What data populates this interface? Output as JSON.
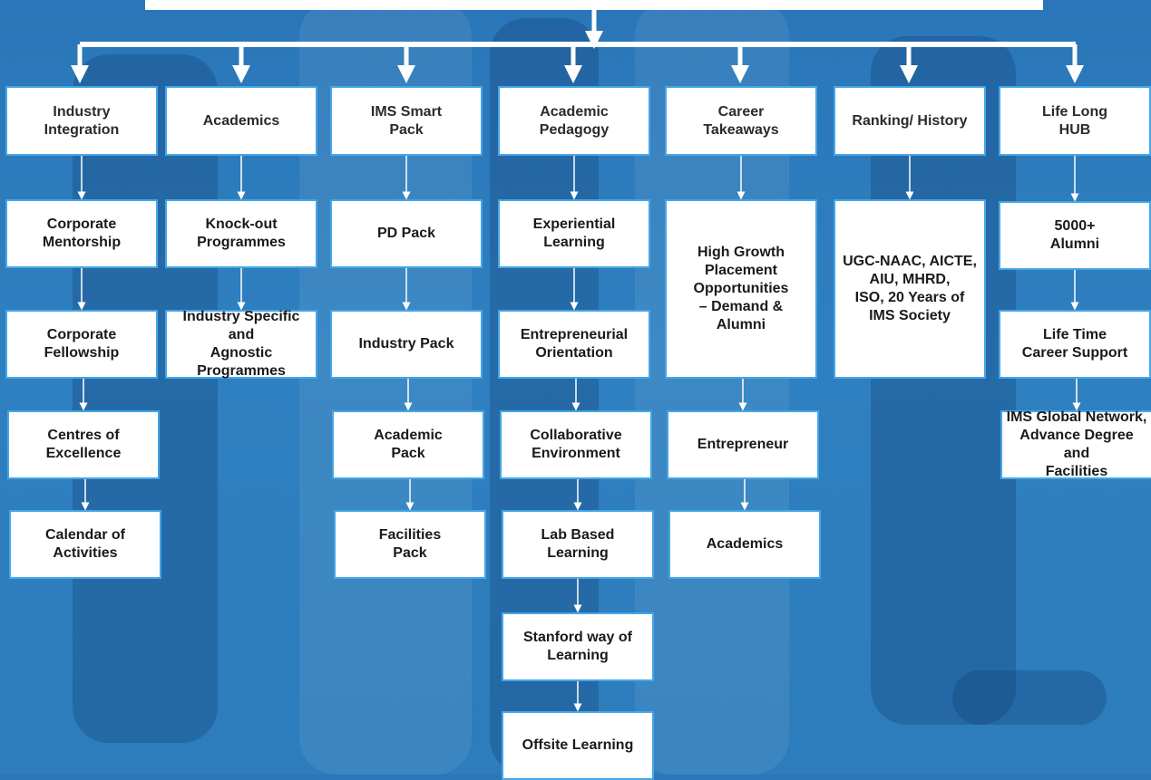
{
  "columns": [
    {
      "header": "Industry\nIntegration",
      "items": [
        "Corporate\nMentorship",
        "Corporate\nFellowship",
        "Centres of\nExcellence",
        "Calendar of\nActivities"
      ]
    },
    {
      "header": "Academics",
      "items": [
        "Knock-out\nProgrammes",
        "Industry Specific and\nAgnostic Programmes"
      ]
    },
    {
      "header": "IMS Smart\nPack",
      "items": [
        "PD Pack",
        "Industry Pack",
        "Academic\nPack",
        "Facilities\nPack"
      ]
    },
    {
      "header": "Academic\nPedagogy",
      "items": [
        "Experiential\nLearning",
        "Entrepreneurial\nOrientation",
        "Collaborative\nEnvironment",
        "Lab Based\nLearning",
        "Stanford way of\nLearning",
        "Offsite Learning"
      ]
    },
    {
      "header": "Career\nTakeaways",
      "items": [
        "High Growth\nPlacement\nOpportunities\n– Demand &\nAlumni",
        "Entrepreneur",
        "Academics"
      ]
    },
    {
      "header": "Ranking/ History",
      "items": [
        "UGC-NAAC, AICTE,\nAIU, MHRD,\nISO, 20 Years of\nIMS Society"
      ]
    },
    {
      "header": "Life Long\nHUB",
      "items": [
        "5000+\nAlumni",
        "Life Time\nCareer Support",
        "IMS Global Network,\nAdvance Degree and\nFacilities"
      ]
    }
  ]
}
